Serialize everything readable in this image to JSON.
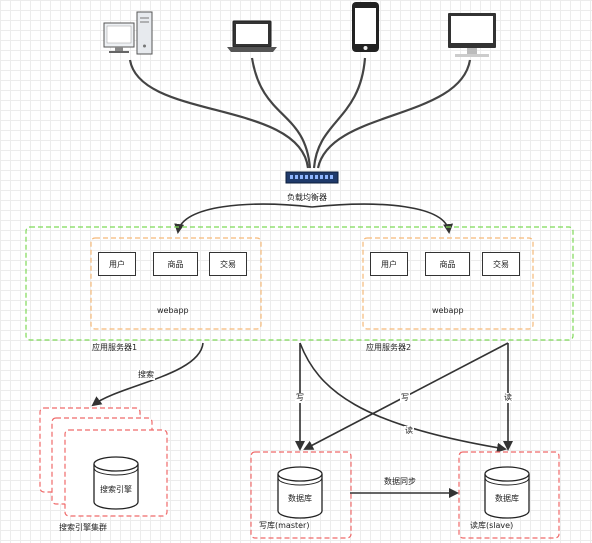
{
  "diagram": {
    "load_balancer_label": "负载均衡器",
    "app_server_1": {
      "label": "应用服务器1",
      "modules": [
        "用户",
        "商品",
        "交易"
      ],
      "webapp_label": "webapp"
    },
    "app_server_2": {
      "label": "应用服务器2",
      "modules": [
        "用户",
        "商品",
        "交易"
      ],
      "webapp_label": "webapp"
    },
    "search_cluster": {
      "label": "搜索引擎集群",
      "node_label": "搜索引擎"
    },
    "master_db": {
      "label": "写库(master)",
      "node_label": "数据库"
    },
    "slave_db": {
      "label": "读库(slave)",
      "node_label": "数据库"
    },
    "edges": {
      "search": "搜索",
      "write_left": "写",
      "write_right": "写",
      "read_right": "读",
      "read_cross": "读",
      "sync": "数据同步"
    },
    "clients": [
      "desktop-computer",
      "laptop",
      "smartphone",
      "monitor"
    ],
    "colors": {
      "app_border": "#7ed957",
      "webapp_border": "#f5b979",
      "db_border": "#ef6a6a",
      "line": "#333333"
    }
  }
}
